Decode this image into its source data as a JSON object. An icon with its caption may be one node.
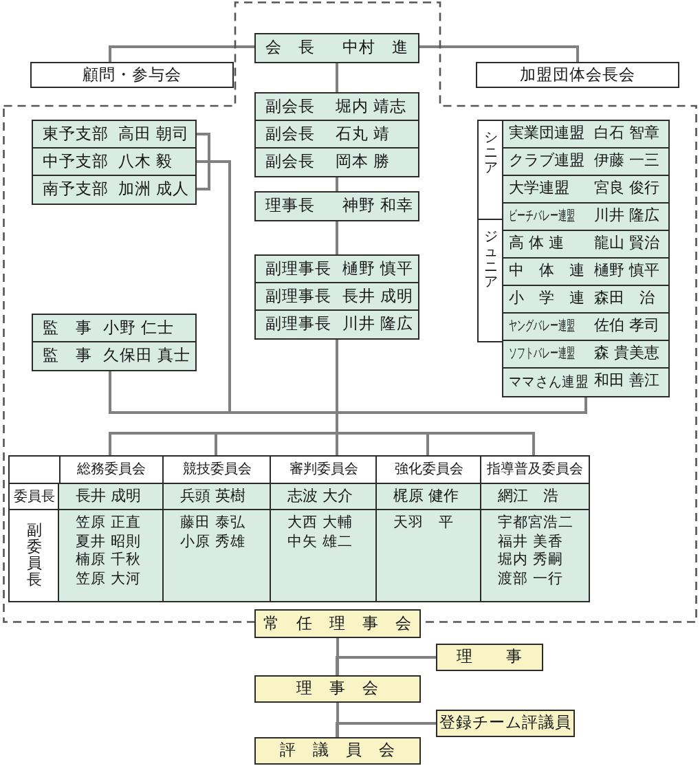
{
  "diagram": {
    "nodes": [
      {
        "text": [],
        "shape": "box"
      },
      {
        "text": [
          "会　長",
          "中村　進"
        ],
        "in": 0
      },
      {
        "text": [
          "顧問・参与会"
        ]
      },
      {
        "text": [
          "加盟団体会長会"
        ]
      },
      {
        "text": [
          "副会長",
          "堀内 靖志"
        ],
        "in": 0
      },
      {
        "text": [
          "副会長",
          "石丸 靖"
        ],
        "in": 0
      },
      {
        "text": [
          "副会長",
          "岡本 勝"
        ],
        "in": 0
      },
      {
        "text": [
          "理事長",
          "神野 和幸"
        ],
        "in": 0
      },
      {
        "text": [
          "副理事長",
          "樋野 慎平"
        ],
        "in": 0
      },
      {
        "text": [
          "副理事長",
          "長井 成明"
        ],
        "in": 0
      },
      {
        "text": [
          "副理事長",
          "川井 隆広"
        ],
        "in": 0
      },
      {
        "text": [
          "東予支部",
          "高田 朝司"
        ],
        "in": 0
      },
      {
        "text": [
          "中予支部",
          "八木 毅"
        ],
        "in": 0
      },
      {
        "text": [
          "南予支部",
          "加洲 成人"
        ],
        "in": 0
      },
      {
        "text": [
          "監　事",
          "小野 仁士"
        ],
        "in": 0
      },
      {
        "text": [
          "監　事",
          "久保田 真士"
        ],
        "in": 0
      },
      {
        "text": [
          "シニア"
        ],
        "in": 0
      },
      {
        "text": [
          "ジュニア"
        ],
        "in": 0
      },
      {
        "text": [
          "実業団連盟",
          "白石 智章"
        ],
        "in": 0
      },
      {
        "text": [
          "クラブ連盟",
          "伊藤 一三"
        ],
        "in": 0
      },
      {
        "text": [
          "大学連盟",
          "宮良 俊行"
        ],
        "in": 0
      },
      {
        "text": [
          "ビーチバレー連盟",
          "川井 隆広"
        ],
        "in": 0
      },
      {
        "text": [
          "高 体 連",
          "龍山 賢治"
        ],
        "in": 0
      },
      {
        "text": [
          "中　体　連",
          "樋野 慎平"
        ],
        "in": 0
      },
      {
        "text": [
          "小　学　連",
          "森田　治"
        ],
        "in": 0
      },
      {
        "text": [
          "ヤングバレー連盟",
          "佐伯 孝司"
        ],
        "in": 0
      },
      {
        "text": [
          "ソフトバレー連盟",
          "森 貴美恵"
        ],
        "in": 0
      },
      {
        "text": [
          "ママさん連盟",
          "和田 善江"
        ],
        "in": 0
      },
      {
        "text": [
          "総務委員会"
        ],
        "in": 0
      },
      {
        "text": [
          "競技委員会"
        ],
        "in": 0
      },
      {
        "text": [
          "審判委員会"
        ],
        "in": 0
      },
      {
        "text": [
          "強化委員会"
        ],
        "in": 0
      },
      {
        "text": [
          "指導普及委員会"
        ],
        "in": 0
      },
      {
        "text": [
          "常　任　理　事　会"
        ]
      },
      {
        "text": [
          "理　　事"
        ]
      },
      {
        "text": [
          "理　事　会"
        ]
      },
      {
        "text": [
          "登録チーム評議員"
        ]
      },
      {
        "text": [
          "評　議　員　会"
        ]
      }
    ],
    "edges": [
      {
        "from": 1,
        "to": 2,
        "arrow": "none"
      },
      {
        "from": 1,
        "to": 3,
        "arrow": "none"
      },
      {
        "from": 1,
        "to": 4,
        "arrow": "none"
      },
      {
        "from": 6,
        "to": 7,
        "arrow": "none"
      },
      {
        "from": 7,
        "to": 8,
        "arrow": "none"
      },
      {
        "from": 10,
        "to": 15,
        "arrow": "none"
      },
      {
        "from": 10,
        "to": 11,
        "arrow": "none"
      },
      {
        "from": 10,
        "to": 12,
        "arrow": "none"
      },
      {
        "from": 10,
        "to": 13,
        "arrow": "none"
      },
      {
        "from": 10,
        "to": 27,
        "arrow": "none"
      },
      {
        "from": 10,
        "to": 28,
        "arrow": "none"
      },
      {
        "from": 10,
        "to": 29,
        "arrow": "none"
      },
      {
        "from": 10,
        "to": 30,
        "arrow": "none"
      },
      {
        "from": 10,
        "to": 31,
        "arrow": "none"
      },
      {
        "from": 10,
        "to": 32,
        "arrow": "none"
      },
      {
        "from": 33,
        "to": 35,
        "arrow": "none"
      },
      {
        "from": 34,
        "to": 35,
        "arrow": "none"
      },
      {
        "from": 35,
        "to": 37,
        "arrow": "none"
      },
      {
        "from": 36,
        "to": 37,
        "arrow": "none"
      }
    ],
    "labels": [
      "委員長",
      "長井 成明",
      "兵頭 英樹",
      "志波 大介",
      "梶原 健作",
      "網江　浩",
      "副委員長",
      "笠原 正直",
      "夏井 昭則",
      "楠原 千秋",
      "笠原 大河",
      "藤田 泰弘",
      "小原 秀雄",
      "大西 大輔",
      "中矢 雄二",
      "天羽　平",
      "宇都宮浩二",
      "福井 美香",
      "堀内 秀嗣",
      "渡部 一行"
    ]
  }
}
